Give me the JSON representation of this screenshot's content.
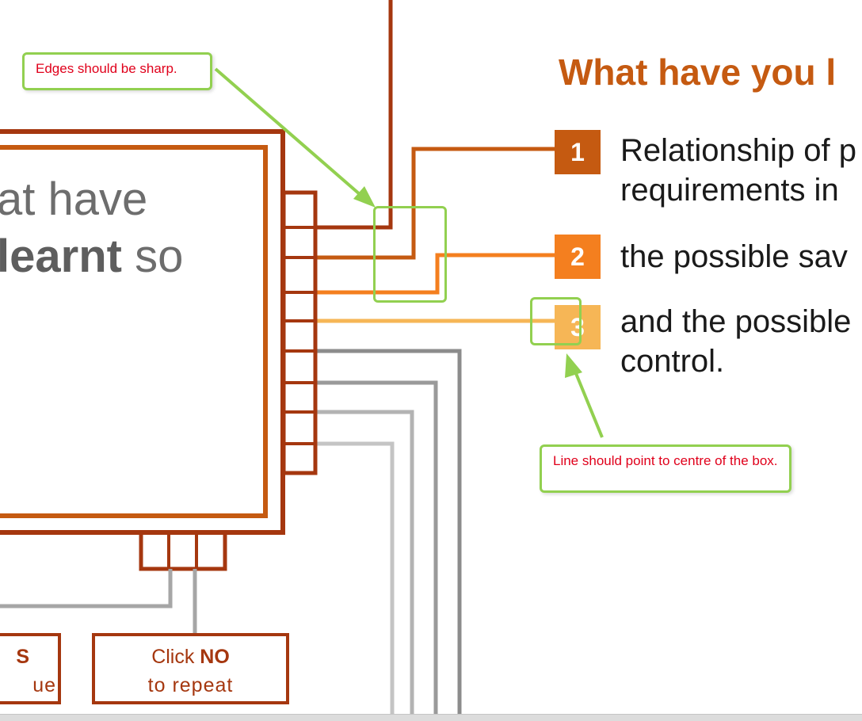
{
  "slide": {
    "heading": "What have you l",
    "big_text_line1": "at have",
    "big_text_bold": "learnt",
    "big_text_tail": " so",
    "items": [
      {
        "number": "1",
        "lines": [
          "Relationship of p",
          "requirements in"
        ],
        "color": "#c55a11"
      },
      {
        "number": "2",
        "lines": [
          "the possible sav"
        ],
        "color": "#f47f1f"
      },
      {
        "number": "3",
        "lines": [
          "and the possible",
          "control."
        ],
        "color": "#f6b656"
      }
    ],
    "buttons": {
      "yes_label": "S",
      "yes_sub": "ue",
      "no_prefix": "Click ",
      "no_bold": "NO",
      "no_sub": "to repeat"
    }
  },
  "annotations": {
    "note1": "Edges should be sharp.",
    "note2": "Line should point to centre of the box."
  },
  "colors": {
    "dark_red": "#a5370f",
    "orange_brown": "#c55a11",
    "orange": "#f47f1f",
    "light_orange": "#f6b656",
    "grey": "#a6a6a6",
    "annotation_green": "#92d050",
    "annotation_red": "#e0001b"
  }
}
